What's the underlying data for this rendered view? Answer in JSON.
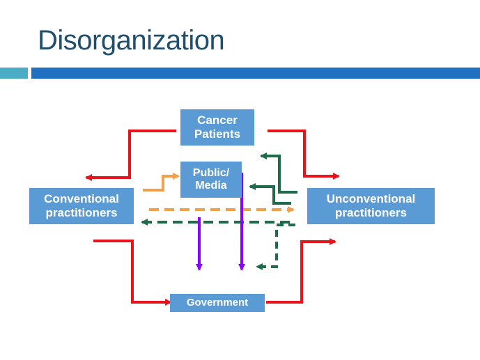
{
  "slide": {
    "title": "Disorganization"
  },
  "nodes": {
    "cancer_patients": [
      "Cancer",
      "Patients"
    ],
    "public_media": [
      "Public/",
      "Media"
    ],
    "conventional": [
      "Conventional",
      "practitioners"
    ],
    "unconventional": [
      "Unconventional",
      "practitioners"
    ],
    "government": "Government"
  },
  "colors": {
    "title": "#1f4e6e",
    "accent_bar": "#1f70c1",
    "accent_bar_small": "#4bacc6",
    "box_fill": "#5b9bd5",
    "arrow_red": "#e8141b",
    "arrow_orange": "#f4a04a",
    "arrow_green": "#1f6b4a",
    "arrow_purple": "#8b00ff"
  }
}
